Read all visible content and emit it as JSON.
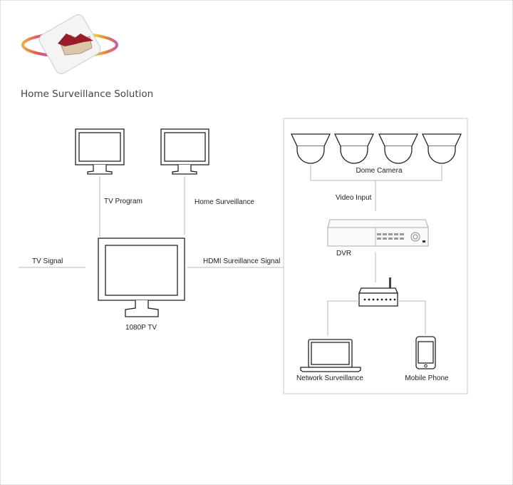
{
  "header": {
    "title": "Home Surveillance Solution",
    "logo_icon": "house-logo-icon"
  },
  "left": {
    "tv_program": "TV Program",
    "home_surveillance": "Home Surveillance",
    "tv_signal": "TV Signal",
    "hdmi_signal": "HDMI Sureillance Signal",
    "tv_label": "1080P TV"
  },
  "right": {
    "dome_camera": "Dome Camera",
    "video_input": "Video Input",
    "dvr": "DVR",
    "network_surveillance": "Network Surveillance",
    "mobile_phone": "Mobile Phone"
  }
}
